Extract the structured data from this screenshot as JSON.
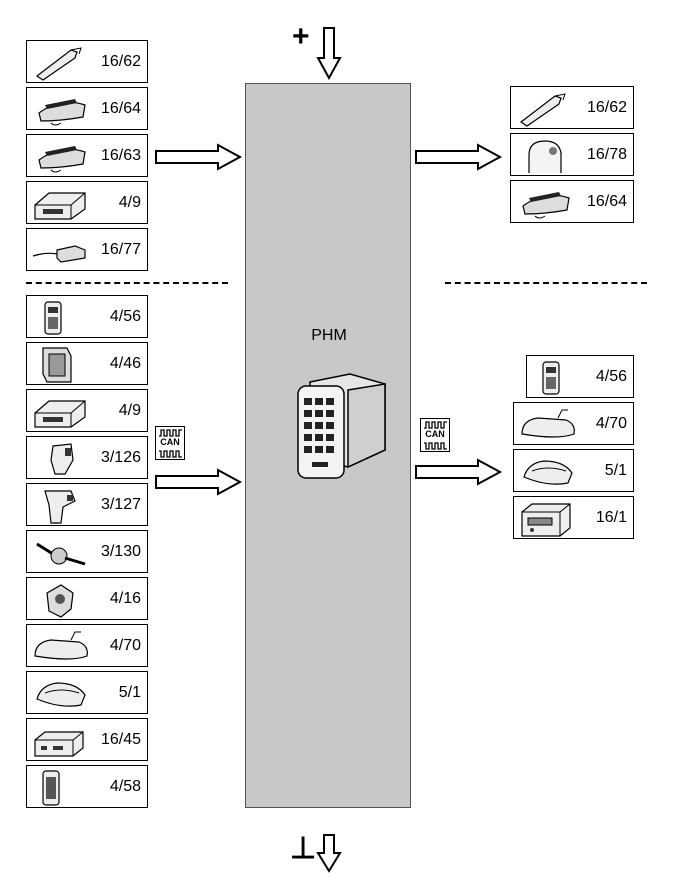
{
  "module": {
    "label": "PHM"
  },
  "inputs_top": [
    "16/62",
    "16/64",
    "16/63",
    "4/9",
    "16/77"
  ],
  "inputs_bottom": [
    "4/56",
    "4/46",
    "4/9",
    "3/126",
    "3/127",
    "3/130",
    "4/16",
    "4/70",
    "5/1",
    "16/45",
    "4/58"
  ],
  "outputs_top": [
    "16/62",
    "16/78",
    "16/64"
  ],
  "outputs_bottom": [
    "4/56",
    "4/70",
    "5/1",
    "16/1"
  ],
  "can_label": "CAN",
  "power_plus": "+",
  "power_ground": "⊥"
}
